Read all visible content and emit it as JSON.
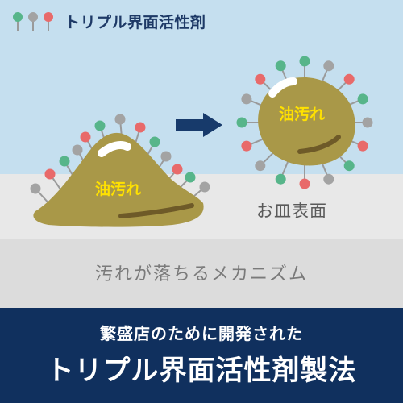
{
  "legend": {
    "label": "トリプル界面活性剤"
  },
  "dirt_label": "油汚れ",
  "surface_label": "お皿表面",
  "mechanism_caption": "汚れが落ちるメカニズム",
  "footer": {
    "subtitle": "繁盛店のために開発された",
    "title": "トリプル界面活性剤製法"
  },
  "colors": {
    "sky": "#c5dfef",
    "surface": "#e8e8e8",
    "caption_band": "#dcdcdc",
    "footer": "#10305e",
    "dirt": "#a99848",
    "dirt_shadow": "#6e5a28",
    "dirt_label": "#ffe100",
    "arrow": "#173a6b",
    "surfactant_gray": "#a3a3a3",
    "surfactant_green": "#57b58a",
    "surfactant_red": "#e86a6a"
  },
  "icons": {
    "legend_molecules": "surfactant-molecule-icon",
    "arrow": "right-arrow-icon"
  }
}
